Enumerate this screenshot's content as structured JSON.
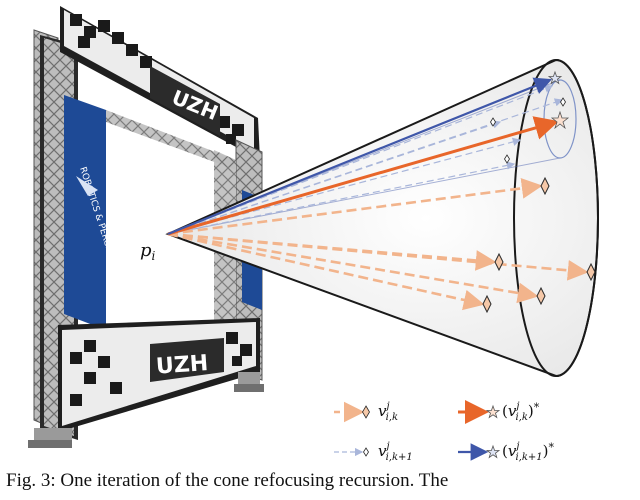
{
  "gate": {
    "banner_top": "UZH",
    "banner_bottom": "UZH",
    "side_logo": "ROBOTICS & PERCEPTION GROUP"
  },
  "labels": {
    "point_label": "p_i"
  },
  "legend": {
    "items": [
      {
        "text": "v^j_{i,k}"
      },
      {
        "text": "(v^j_{i,k})*"
      },
      {
        "text": "v^j_{i,k+1}"
      },
      {
        "text": "(v^j_{i,k+1})*"
      }
    ]
  },
  "caption": "Fig. 3: One iteration of the cone refocusing recursion. The",
  "colors": {
    "orange": "#e8662a",
    "orange_light": "#f2b48c",
    "blue": "#3f57a9",
    "blue_light": "#a9b6da",
    "gate_blue": "#1e4a96"
  }
}
